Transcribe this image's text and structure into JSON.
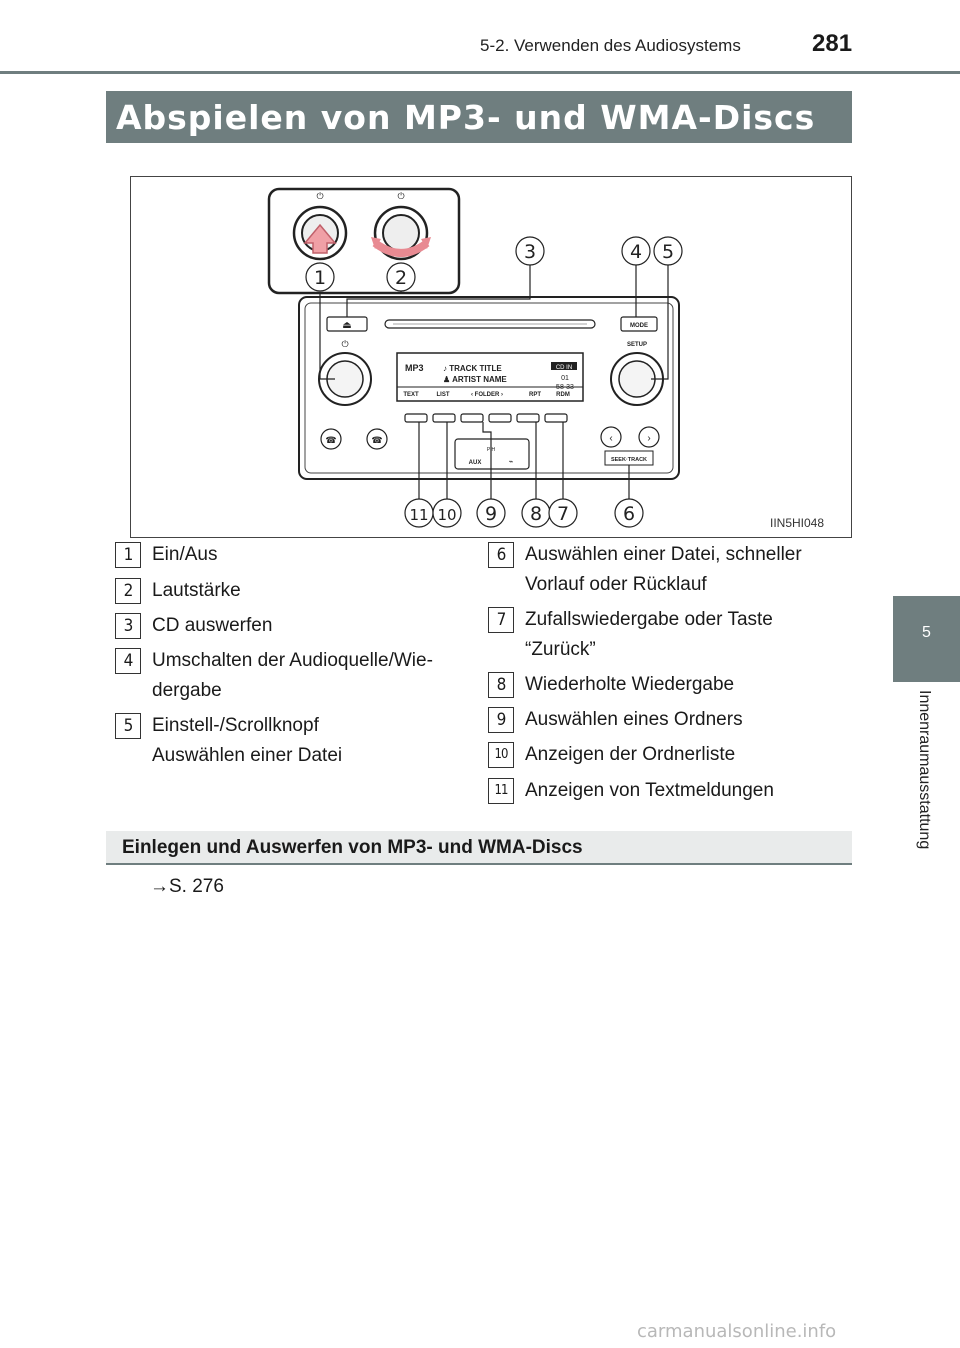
{
  "header": {
    "section": "5-2. Verwenden des Audiosystems",
    "page_number": "281"
  },
  "title": "Abspielen von MP3- und WMA-Discs",
  "side_tab": {
    "number": "5",
    "label": "Innenraumausstattung"
  },
  "figure": {
    "id": "IIN5HI048",
    "callouts": [
      "1",
      "2",
      "3",
      "4",
      "5",
      "6",
      "7",
      "8",
      "9",
      "10",
      "11"
    ],
    "panel": {
      "eject_symbol": "⏏",
      "mode": "MODE",
      "setup": "SETUP",
      "display_line1": "TRACK TITLE",
      "display_line2": "ARTIST NAME",
      "display_logo": "MP3",
      "display_cd": "CD IN",
      "display_track": "01",
      "display_time": "58·33",
      "softkeys": [
        "TEXT",
        "LIST",
        "FOLDER",
        "RPT",
        "RDM"
      ],
      "aux": "AUX",
      "seek_track": "SEEK·TRACK",
      "push": "P  H"
    }
  },
  "legend_left": [
    {
      "num": "1",
      "text": "Ein/Aus"
    },
    {
      "num": "2",
      "text": "Lautstärke"
    },
    {
      "num": "3",
      "text": "CD auswerfen"
    },
    {
      "num": "4",
      "text": "Umschalten der Audioquelle/Wie-\ndergabe"
    },
    {
      "num": "5",
      "text": "Einstell-/Scrollknopf\nAuswählen einer Datei"
    }
  ],
  "legend_right": [
    {
      "num": "6",
      "text": "Auswählen einer Datei, schneller\nVorlauf oder Rücklauf"
    },
    {
      "num": "7",
      "text": "Zufallswiedergabe oder Taste\n“Zurück”"
    },
    {
      "num": "8",
      "text": "Wiederholte Wiedergabe"
    },
    {
      "num": "9",
      "text": "Auswählen eines Ordners"
    },
    {
      "num": "10",
      "text": "Anzeigen der Ordnerliste"
    },
    {
      "num": "11",
      "text": "Anzeigen von Textmeldungen"
    }
  ],
  "subsection": {
    "title": "Einlegen und Auswerfen von MP3- und WMA-Discs",
    "ref": "→S. 276"
  },
  "footer": "carmanualsonline.info"
}
